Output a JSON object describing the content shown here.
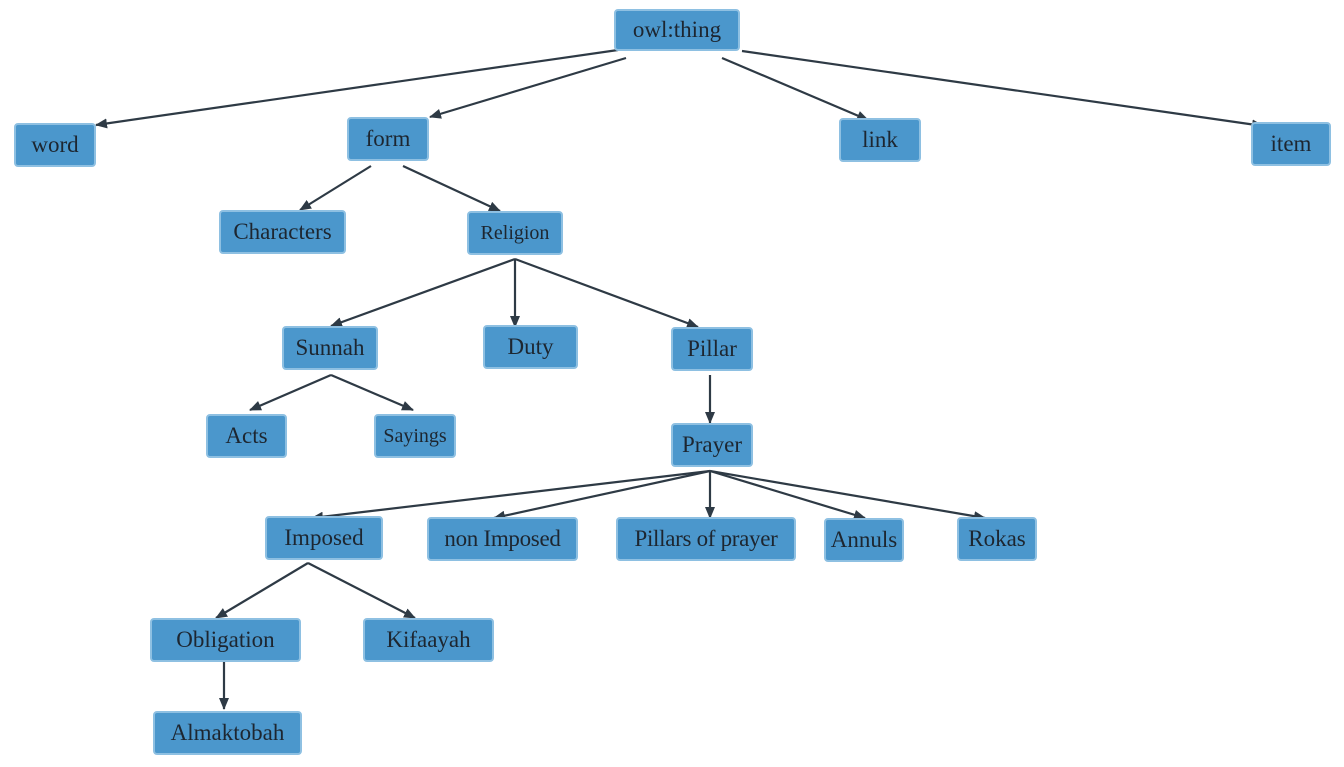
{
  "diagram": {
    "colors": {
      "node_fill": "#4b97cc",
      "node_border": "#8ec0e2",
      "text": "#1d2630",
      "edge": "#2e3a45"
    },
    "nodes": [
      {
        "id": "owl-thing",
        "label": "owl:thing"
      },
      {
        "id": "word",
        "label": "word"
      },
      {
        "id": "form",
        "label": "form"
      },
      {
        "id": "link",
        "label": "link"
      },
      {
        "id": "item",
        "label": "item"
      },
      {
        "id": "characters",
        "label": "Characters"
      },
      {
        "id": "religion",
        "label": "Religion"
      },
      {
        "id": "sunnah",
        "label": "Sunnah"
      },
      {
        "id": "duty",
        "label": "Duty"
      },
      {
        "id": "pillar",
        "label": "Pillar"
      },
      {
        "id": "acts",
        "label": "Acts"
      },
      {
        "id": "sayings",
        "label": "Sayings"
      },
      {
        "id": "prayer",
        "label": "Prayer"
      },
      {
        "id": "imposed",
        "label": "Imposed"
      },
      {
        "id": "non-imposed",
        "label": "non Imposed"
      },
      {
        "id": "pillars-of-prayer",
        "label": "Pillars of prayer"
      },
      {
        "id": "annuls",
        "label": "Annuls"
      },
      {
        "id": "rokas",
        "label": "Rokas"
      },
      {
        "id": "obligation",
        "label": "Obligation"
      },
      {
        "id": "kifaayah",
        "label": "Kifaayah"
      },
      {
        "id": "almaktobah",
        "label": "Almaktobah"
      }
    ],
    "edges": [
      {
        "from": "owl-thing",
        "to": "word"
      },
      {
        "from": "owl-thing",
        "to": "form"
      },
      {
        "from": "owl-thing",
        "to": "link"
      },
      {
        "from": "owl-thing",
        "to": "item"
      },
      {
        "from": "form",
        "to": "characters"
      },
      {
        "from": "form",
        "to": "religion"
      },
      {
        "from": "religion",
        "to": "sunnah"
      },
      {
        "from": "religion",
        "to": "duty"
      },
      {
        "from": "religion",
        "to": "pillar"
      },
      {
        "from": "sunnah",
        "to": "acts"
      },
      {
        "from": "sunnah",
        "to": "sayings"
      },
      {
        "from": "pillar",
        "to": "prayer"
      },
      {
        "from": "prayer",
        "to": "imposed"
      },
      {
        "from": "prayer",
        "to": "non-imposed"
      },
      {
        "from": "prayer",
        "to": "pillars-of-prayer"
      },
      {
        "from": "prayer",
        "to": "annuls"
      },
      {
        "from": "prayer",
        "to": "rokas"
      },
      {
        "from": "imposed",
        "to": "obligation"
      },
      {
        "from": "imposed",
        "to": "kifaayah"
      },
      {
        "from": "obligation",
        "to": "almaktobah"
      }
    ]
  }
}
